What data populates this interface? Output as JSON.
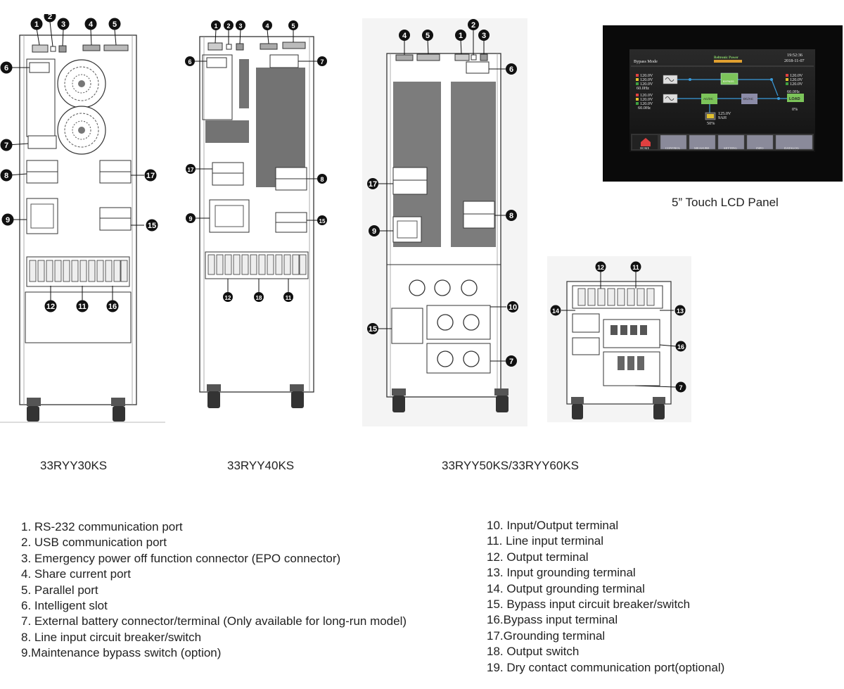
{
  "models": [
    {
      "name": "33RYY30KS"
    },
    {
      "name": "33RYY40KS"
    },
    {
      "name": "33RYY50KS/33RYY60KS"
    }
  ],
  "lcd": {
    "caption": "5” Touch LCD Panel",
    "mode": "Bypass Mode",
    "brand": "Reltronic Power",
    "time": "19:52:36",
    "date": "2018-11-07",
    "input1": [
      "120.0V",
      "120.0V",
      "120.0V",
      "60.0Hz"
    ],
    "input2": [
      "120.0V",
      "120.0V",
      "120.0V",
      "60.0Hz"
    ],
    "output": [
      "120.0V",
      "120.0V",
      "120.0V",
      "60.0Hz"
    ],
    "load_percent": "0%",
    "battery": [
      "125.0V",
      "9AH"
    ],
    "battery_percent": "50%",
    "blocks": {
      "bypass": "BYPASS",
      "rectifier": "AC/DC",
      "inverter": "DC/AC",
      "load": "LOAD"
    },
    "menu": [
      "HOME",
      "CONTROL",
      "MEASURE",
      "SETTING",
      "INFO",
      "DATALOG"
    ]
  },
  "legend_left": [
    "1. RS-232 communication port",
    "2. USB communication port",
    "3. Emergency power off function connector (EPO connector)",
    "4. Share current port",
    "5. Parallel port",
    "6. Intelligent slot",
    "7. External battery connector/terminal (Only available for long-run model)",
    "8. Line input circuit breaker/switch",
    "9.Maintenance bypass switch (option)"
  ],
  "legend_right": [
    "10. Input/Output terminal",
    "11. Line input terminal",
    "12. Output terminal",
    "13. Input grounding terminal",
    "14. Output grounding terminal",
    "15. Bypass input circuit breaker/switch",
    "16.Bypass input terminal",
    "17.Grounding terminal",
    "18. Output switch",
    "19. Dry contact communication port(optional)"
  ],
  "callouts": {
    "panel30": [
      "1",
      "2",
      "3",
      "4",
      "5",
      "6",
      "7",
      "8",
      "17",
      "9",
      "15",
      "12",
      "11",
      "16"
    ],
    "panel40": [
      "1",
      "2",
      "3",
      "4",
      "5",
      "6",
      "7",
      "17",
      "8",
      "9",
      "15",
      "12",
      "18",
      "11"
    ],
    "panel60": [
      "4",
      "5",
      "1",
      "2",
      "3",
      "6",
      "17",
      "8",
      "9",
      "10",
      "15",
      "7"
    ],
    "detail": [
      "12",
      "11",
      "14",
      "13",
      "16",
      "7"
    ]
  }
}
